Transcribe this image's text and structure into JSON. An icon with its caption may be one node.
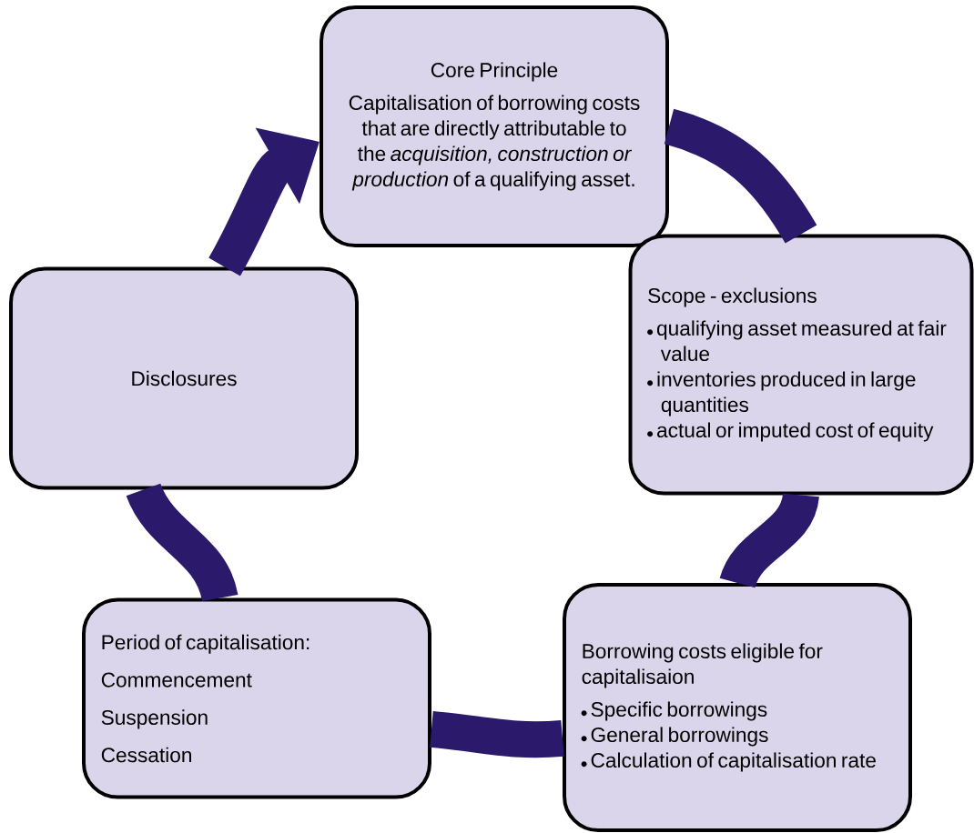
{
  "diagram": {
    "nodes": [
      {
        "text": [
          "Core Principle",
          "Capitalisation of borrowing costs that are directly attributable to the *acquisition, construction or production* of a qualifying asset."
        ]
      },
      {
        "text": [
          "Scope - exclusions",
          "qualifying asset measured at fair value",
          "inventories produced in large quantities",
          "actual or imputed cost of equity"
        ]
      },
      {
        "text": [
          "Borrowing costs eligible for capitalisaion",
          "Specific borrowings",
          "General borrowings",
          "Calculation of capitalisation rate"
        ]
      },
      {
        "text": [
          "Period of capitalisation:",
          "Commencement",
          "Suspension",
          "Cessation"
        ]
      },
      {
        "text": [
          "Disclosures"
        ]
      }
    ],
    "edges": [
      {
        "from": 0,
        "to": 1,
        "arrow": "none"
      },
      {
        "from": 1,
        "to": 2,
        "arrow": "none"
      },
      {
        "from": 2,
        "to": 3,
        "arrow": "none"
      },
      {
        "from": 3,
        "to": 4,
        "arrow": "none"
      },
      {
        "from": 4,
        "to": 0,
        "arrow": "to"
      }
    ]
  }
}
